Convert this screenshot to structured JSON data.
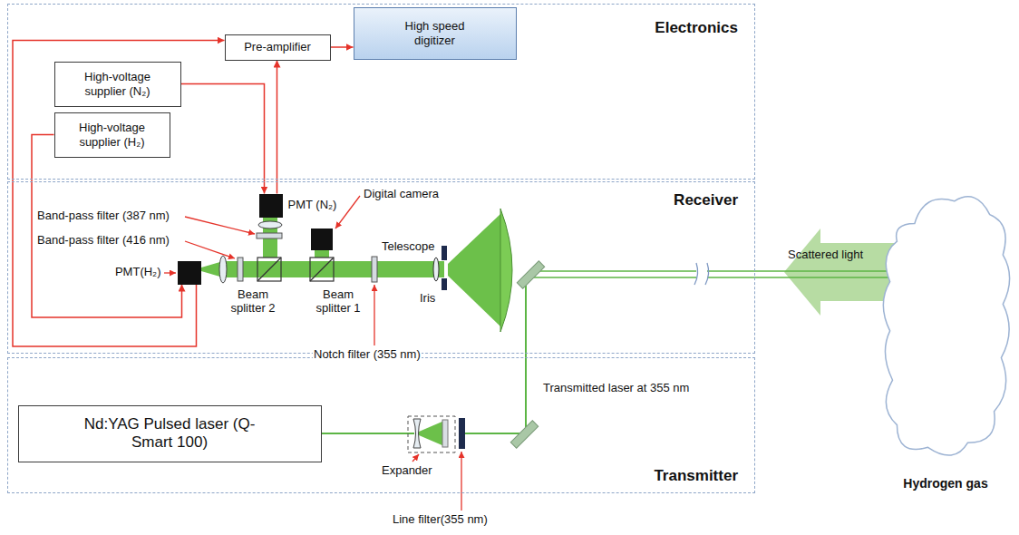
{
  "diagram": {
    "nodes": [
      {
        "text": [
          "Electronics"
        ]
      },
      {
        "text": [
          "Pre-amplifier"
        ],
        "in": 0
      },
      {
        "text": [
          "High speed digitizer"
        ],
        "in": 0
      },
      {
        "text": [
          "High-voltage supplier (N₂)"
        ],
        "in": 0
      },
      {
        "text": [
          "High-voltage supplier (H₂)"
        ],
        "in": 0
      },
      {
        "text": [
          "Receiver"
        ]
      },
      {
        "text": [
          "PMT (N₂)"
        ],
        "in": 5
      },
      {
        "text": [
          "PMT(H₂)"
        ],
        "in": 5
      },
      {
        "text": [
          "Transmitter"
        ]
      },
      {
        "text": [
          "Nd:YAG Pulsed laser (Q-Smart 100)"
        ],
        "in": 8
      },
      {
        "text": [
          "Hydrogen gas"
        ]
      }
    ],
    "edges": [
      {
        "from": 1,
        "to": 2,
        "arrow": "to"
      },
      {
        "from": 3,
        "to": 6,
        "arrow": "to"
      },
      {
        "from": 4,
        "to": 7,
        "arrow": "to"
      },
      {
        "from": 6,
        "to": 1,
        "arrow": "to"
      },
      {
        "from": 7,
        "to": 1,
        "arrow": "to"
      }
    ],
    "labels": [
      "Band-pass filter (387 nm)",
      "Band-pass filter (416 nm)",
      "Digital camera",
      "Telescope",
      "Iris",
      "Beam splitter 2",
      "Beam splitter 1",
      "Notch filter (355 nm)",
      "Transmitted laser at 355 nm",
      "Expander",
      "Line filter(355 nm)",
      "Scattered light"
    ]
  }
}
